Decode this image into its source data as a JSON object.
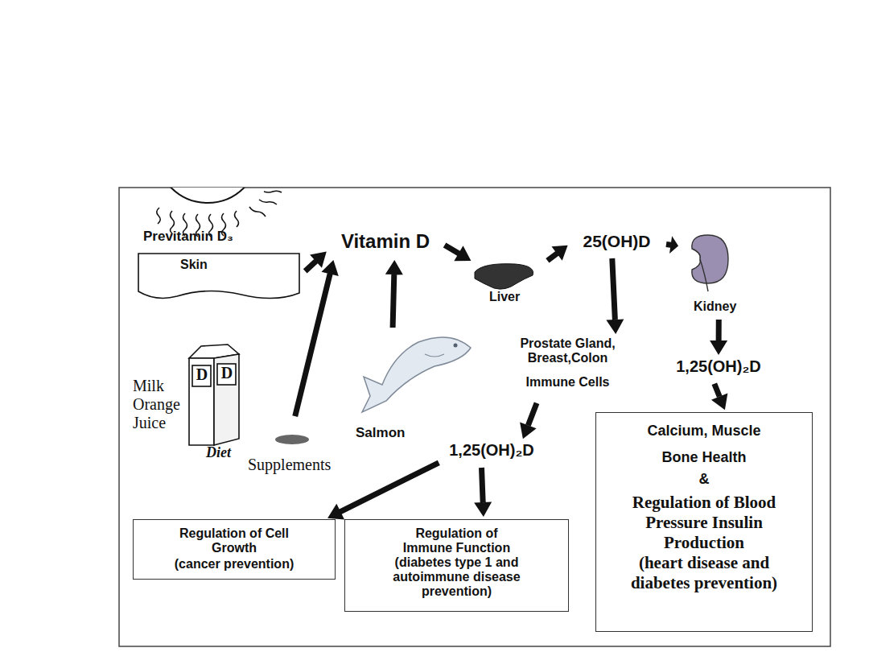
{
  "diagram": {
    "nodes": [
      {
        "text": [
          "Previtamin D₃",
          "Skin"
        ]
      },
      {
        "text": [
          "Vitamin D"
        ]
      },
      {
        "text": [
          "Liver"
        ]
      },
      {
        "text": [
          "25(OH)D"
        ]
      },
      {
        "text": [
          "Kidney"
        ]
      },
      {
        "text": [
          "1,25(OH)₂D"
        ]
      },
      {
        "text": [
          "Calcium, Muscle",
          "Bone Health",
          "&",
          "Regulation of Blood Pressure Insulin Production",
          "(heart disease and diabetes prevention)"
        ]
      },
      {
        "text": [
          "Prostate Gland, Breast,Colon",
          "Immune Cells"
        ]
      },
      {
        "text": [
          "1,25(OH)₂D"
        ]
      },
      {
        "text": [
          "Regulation of Cell Growth",
          "(cancer prevention)"
        ]
      },
      {
        "text": [
          "Regulation of Immune Function",
          "(diabetes type 1 and autoimmune disease prevention)"
        ]
      },
      {
        "text": [
          "D",
          "D",
          "Milk Orange Juice",
          "Diet"
        ]
      },
      {
        "text": [
          "Supplements"
        ]
      },
      {
        "text": [
          "Salmon"
        ]
      }
    ],
    "edges": [
      {
        "from": 0,
        "to": 1,
        "arrow": "to"
      },
      {
        "from": 1,
        "to": 2,
        "arrow": "to"
      },
      {
        "from": 2,
        "to": 3,
        "arrow": "to"
      },
      {
        "from": 3,
        "to": 4,
        "arrow": "to"
      },
      {
        "from": 4,
        "to": 5,
        "arrow": "to"
      },
      {
        "from": 5,
        "to": 6,
        "arrow": "to"
      },
      {
        "from": 3,
        "to": 7,
        "arrow": "to"
      },
      {
        "from": 7,
        "to": 8,
        "arrow": "to"
      },
      {
        "from": 8,
        "to": 9,
        "arrow": "to"
      },
      {
        "from": 8,
        "to": 10,
        "arrow": "to"
      },
      {
        "from": 12,
        "to": 1,
        "arrow": "to"
      },
      {
        "from": 13,
        "to": 1,
        "arrow": "to"
      }
    ]
  }
}
